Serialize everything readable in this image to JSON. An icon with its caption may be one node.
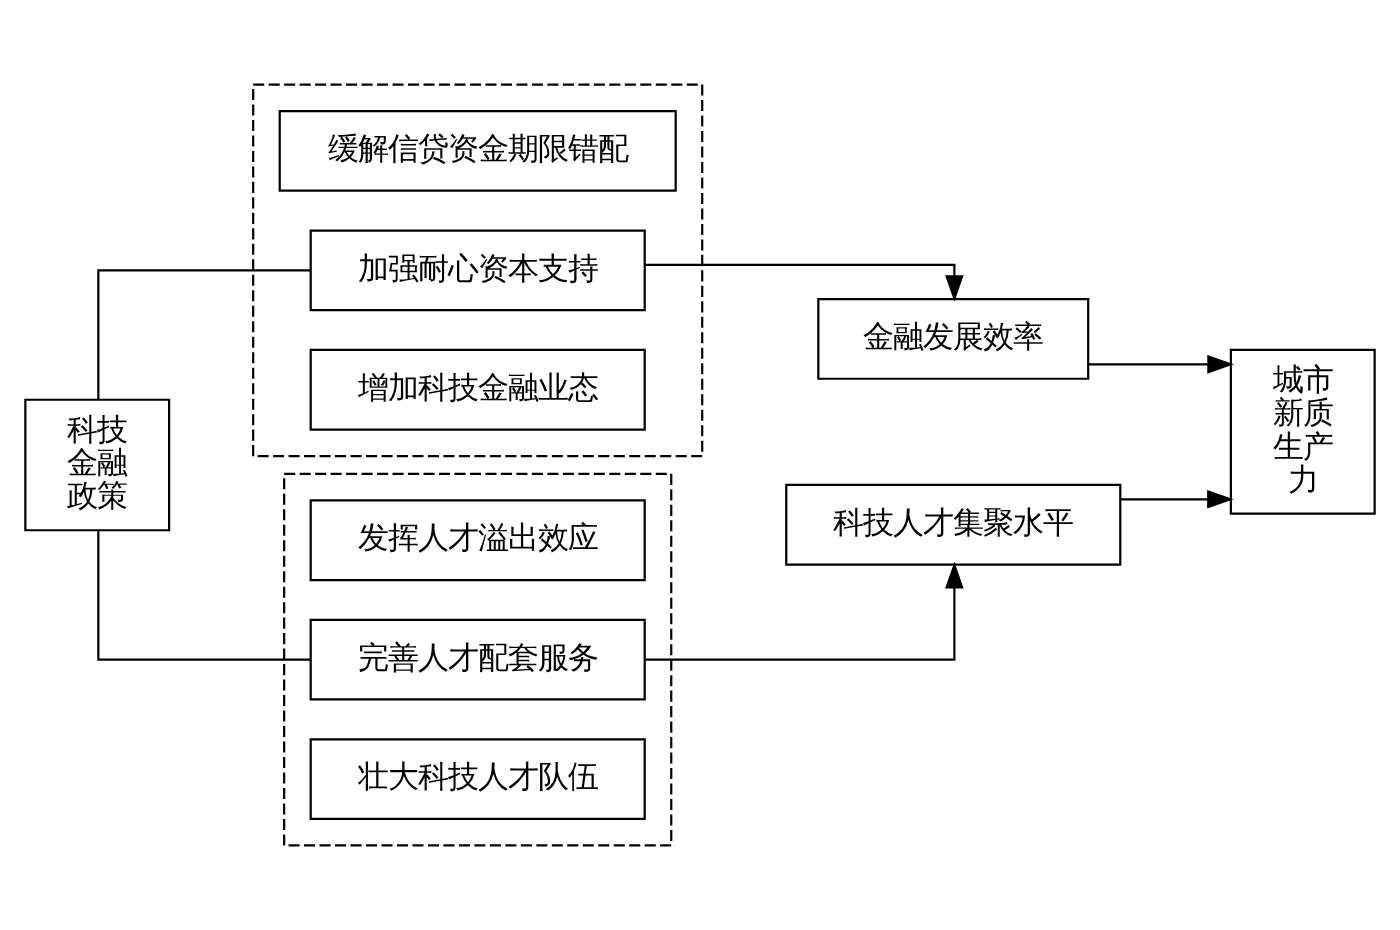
{
  "diagram": {
    "nodes": [
      {
        "text": [
          "科技金融政策"
        ]
      },
      {
        "text": [],
        "shape": "box"
      },
      {
        "text": [
          "增加科技金融业态"
        ],
        "in": 1
      },
      {
        "text": [
          "加强耐心资本支持"
        ],
        "in": 1
      },
      {
        "text": [
          "缓解信贷资金期限错配"
        ],
        "in": 1
      },
      {
        "text": [
          "金融发展效率"
        ]
      },
      {
        "text": [],
        "shape": "box"
      },
      {
        "text": [
          "壮大科技人才队伍"
        ],
        "in": 6
      },
      {
        "text": [
          "完善人才配套服务"
        ],
        "in": 6
      },
      {
        "text": [
          "发挥人才溢出效应"
        ],
        "in": 6
      },
      {
        "text": [
          "科技人才集聚水平"
        ]
      },
      {
        "text": [
          "城市新质生产力"
        ]
      }
    ],
    "edges": [
      {
        "from": 0,
        "to": 3,
        "arrow": "none"
      },
      {
        "from": 3,
        "to": 5,
        "arrow": "to"
      },
      {
        "from": 5,
        "to": 11,
        "arrow": "to"
      },
      {
        "from": 0,
        "to": 8,
        "arrow": "none"
      },
      {
        "from": 8,
        "to": 10,
        "arrow": "to"
      },
      {
        "from": 10,
        "to": 11,
        "arrow": "to"
      }
    ]
  }
}
